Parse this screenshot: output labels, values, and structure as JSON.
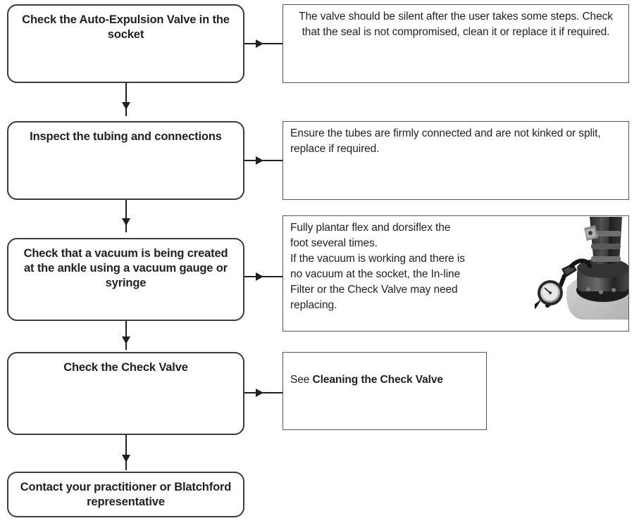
{
  "document": {
    "type": "troubleshooting-flowchart",
    "colors": {
      "box_border": "#3b3b3d",
      "detail_border": "#58585b",
      "text": "#231f20",
      "background": "#ffffff",
      "connector": "#231f20"
    }
  },
  "steps": [
    {
      "id": "step-1",
      "label": "Check the Auto-Expulsion Valve\nin the socket",
      "detail": {
        "id": "detail-1",
        "align": "center",
        "text": "The valve should be silent after the user takes some steps. Check that the seal is not compromised, clean it or replace it if required.",
        "has_image": false
      }
    },
    {
      "id": "step-2",
      "label": "Inspect the tubing and connections",
      "detail": {
        "id": "detail-2",
        "align": "left",
        "text": " Ensure the tubes are firmly connected and are not kinked or split, replace if required.",
        "has_image": false
      }
    },
    {
      "id": "step-3",
      "label": "Check that a vacuum is being\ncreated at the ankle using a vacuum\ngauge or syringe",
      "detail": {
        "id": "detail-3",
        "align": "left",
        "text": "Fully plantar flex and dorsiflex the\nfoot several times.\nIf the vacuum is working and there is\nno vacuum at the socket, the In-line\nFilter or the Check Valve may need\nreplacing.",
        "has_image": true,
        "image_name": "prosthetic-ankle-vacuum-gauge-photo"
      }
    },
    {
      "id": "step-4",
      "label": "Check the Check Valve",
      "detail": {
        "id": "detail-4",
        "align": "left",
        "text_prefix": "See ",
        "text_bold": "Cleaning the Check Valve",
        "has_image": false
      }
    },
    {
      "id": "step-5",
      "label": "Contact your practitioner or\nBlatchford representative",
      "detail": null
    }
  ]
}
